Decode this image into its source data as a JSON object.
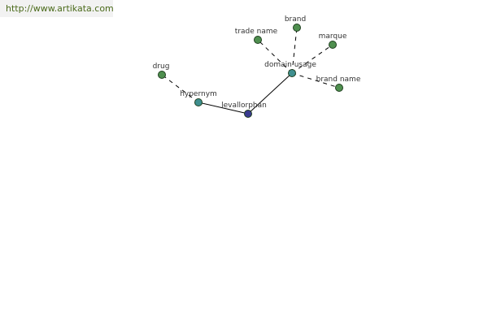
{
  "site": {
    "url": "http://www.artikata.com"
  },
  "graph": {
    "nodes": [
      {
        "id": "drug",
        "label": "drug",
        "kind": "leaf"
      },
      {
        "id": "hypernym",
        "label": "hypernym",
        "kind": "relation"
      },
      {
        "id": "levallorphan",
        "label": "levallorphan",
        "kind": "root"
      },
      {
        "id": "domain_usage",
        "label": "domain usage",
        "kind": "relation"
      },
      {
        "id": "trade_name",
        "label": "trade name",
        "kind": "leaf"
      },
      {
        "id": "brand",
        "label": "brand",
        "kind": "leaf"
      },
      {
        "id": "marque",
        "label": "marque",
        "kind": "leaf"
      },
      {
        "id": "brand_name",
        "label": "brand name",
        "kind": "leaf"
      }
    ],
    "edges": [
      {
        "from": "levallorphan",
        "to": "hypernym",
        "style": "solid"
      },
      {
        "from": "levallorphan",
        "to": "domain_usage",
        "style": "solid"
      },
      {
        "from": "hypernym",
        "to": "drug",
        "style": "dashed"
      },
      {
        "from": "domain_usage",
        "to": "trade_name",
        "style": "dashed"
      },
      {
        "from": "domain_usage",
        "to": "brand",
        "style": "dashed"
      },
      {
        "from": "domain_usage",
        "to": "marque",
        "style": "dashed"
      },
      {
        "from": "domain_usage",
        "to": "brand_name",
        "style": "dashed"
      }
    ],
    "colors": {
      "leaf": "#4f8f4f",
      "relation": "#3f8f8f",
      "root": "#3a3a8f",
      "node_stroke": "#1f3f1f",
      "edge": "#000000"
    }
  }
}
